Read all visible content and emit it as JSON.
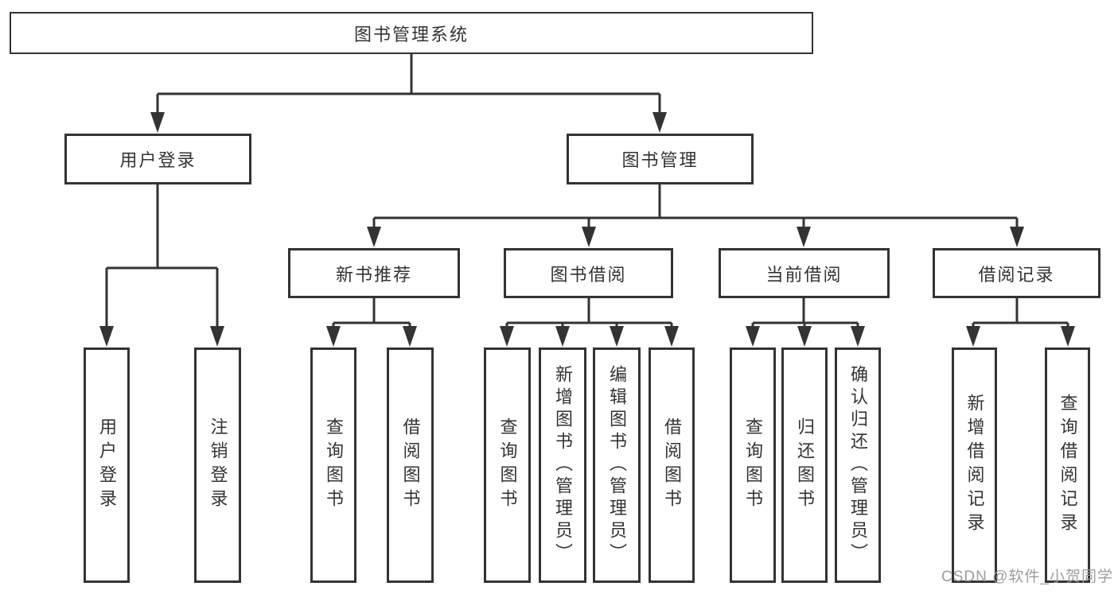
{
  "tree": {
    "root": {
      "label": "图书管理系统"
    },
    "level2": [
      {
        "label": "用户登录"
      },
      {
        "label": "图书管理"
      }
    ],
    "level3": [
      {
        "label": "新书推荐",
        "parent": "图书管理"
      },
      {
        "label": "图书借阅",
        "parent": "图书管理"
      },
      {
        "label": "当前借阅",
        "parent": "图书管理"
      },
      {
        "label": "借阅记录",
        "parent": "图书管理"
      }
    ],
    "leaves": [
      {
        "label": "用户登录",
        "parent": "用户登录"
      },
      {
        "label": "注销登录",
        "parent": "用户登录"
      },
      {
        "label": "查询图书",
        "parent": "新书推荐"
      },
      {
        "label": "借阅图书",
        "parent": "新书推荐"
      },
      {
        "label": "查询图书",
        "parent": "图书借阅"
      },
      {
        "label": "新增图书（管理员）",
        "parent": "图书借阅"
      },
      {
        "label": "编辑图书（管理员）",
        "parent": "图书借阅"
      },
      {
        "label": "借阅图书",
        "parent": "图书借阅"
      },
      {
        "label": "查询图书",
        "parent": "当前借阅"
      },
      {
        "label": "归还图书",
        "parent": "当前借阅"
      },
      {
        "label": "确认归还（管理员）",
        "parent": "当前借阅"
      },
      {
        "label": "新增借阅记录",
        "parent": "借阅记录"
      },
      {
        "label": "查询借阅记录",
        "parent": "借阅记录"
      }
    ]
  },
  "watermark": {
    "text": "CSDN @软件_小贺同学"
  },
  "colors": {
    "line": "#333333",
    "text": "#333333",
    "watermark": "#9d9d9d",
    "background": "#ffffff"
  }
}
